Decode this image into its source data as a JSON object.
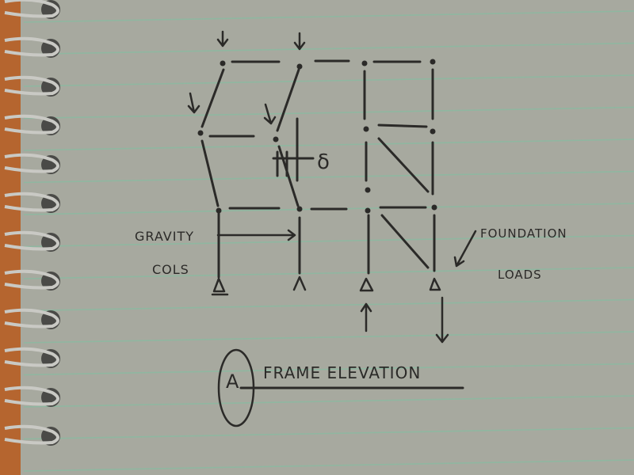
{
  "sheet": {
    "paper_color": "#a7a99f",
    "line_color": "#8fb7a0",
    "ink_color": "#2b2a28",
    "margin_edge_color": "#b5652f",
    "binding": "spiral"
  },
  "diagram": {
    "title_mark": "A",
    "title": "FRAME ELEVATION",
    "labels": {
      "delta": "δ",
      "gravity_cols": [
        "GRAVITY",
        "COLS"
      ],
      "foundation_loads": [
        "FOUNDATION",
        "LOADS"
      ]
    }
  }
}
